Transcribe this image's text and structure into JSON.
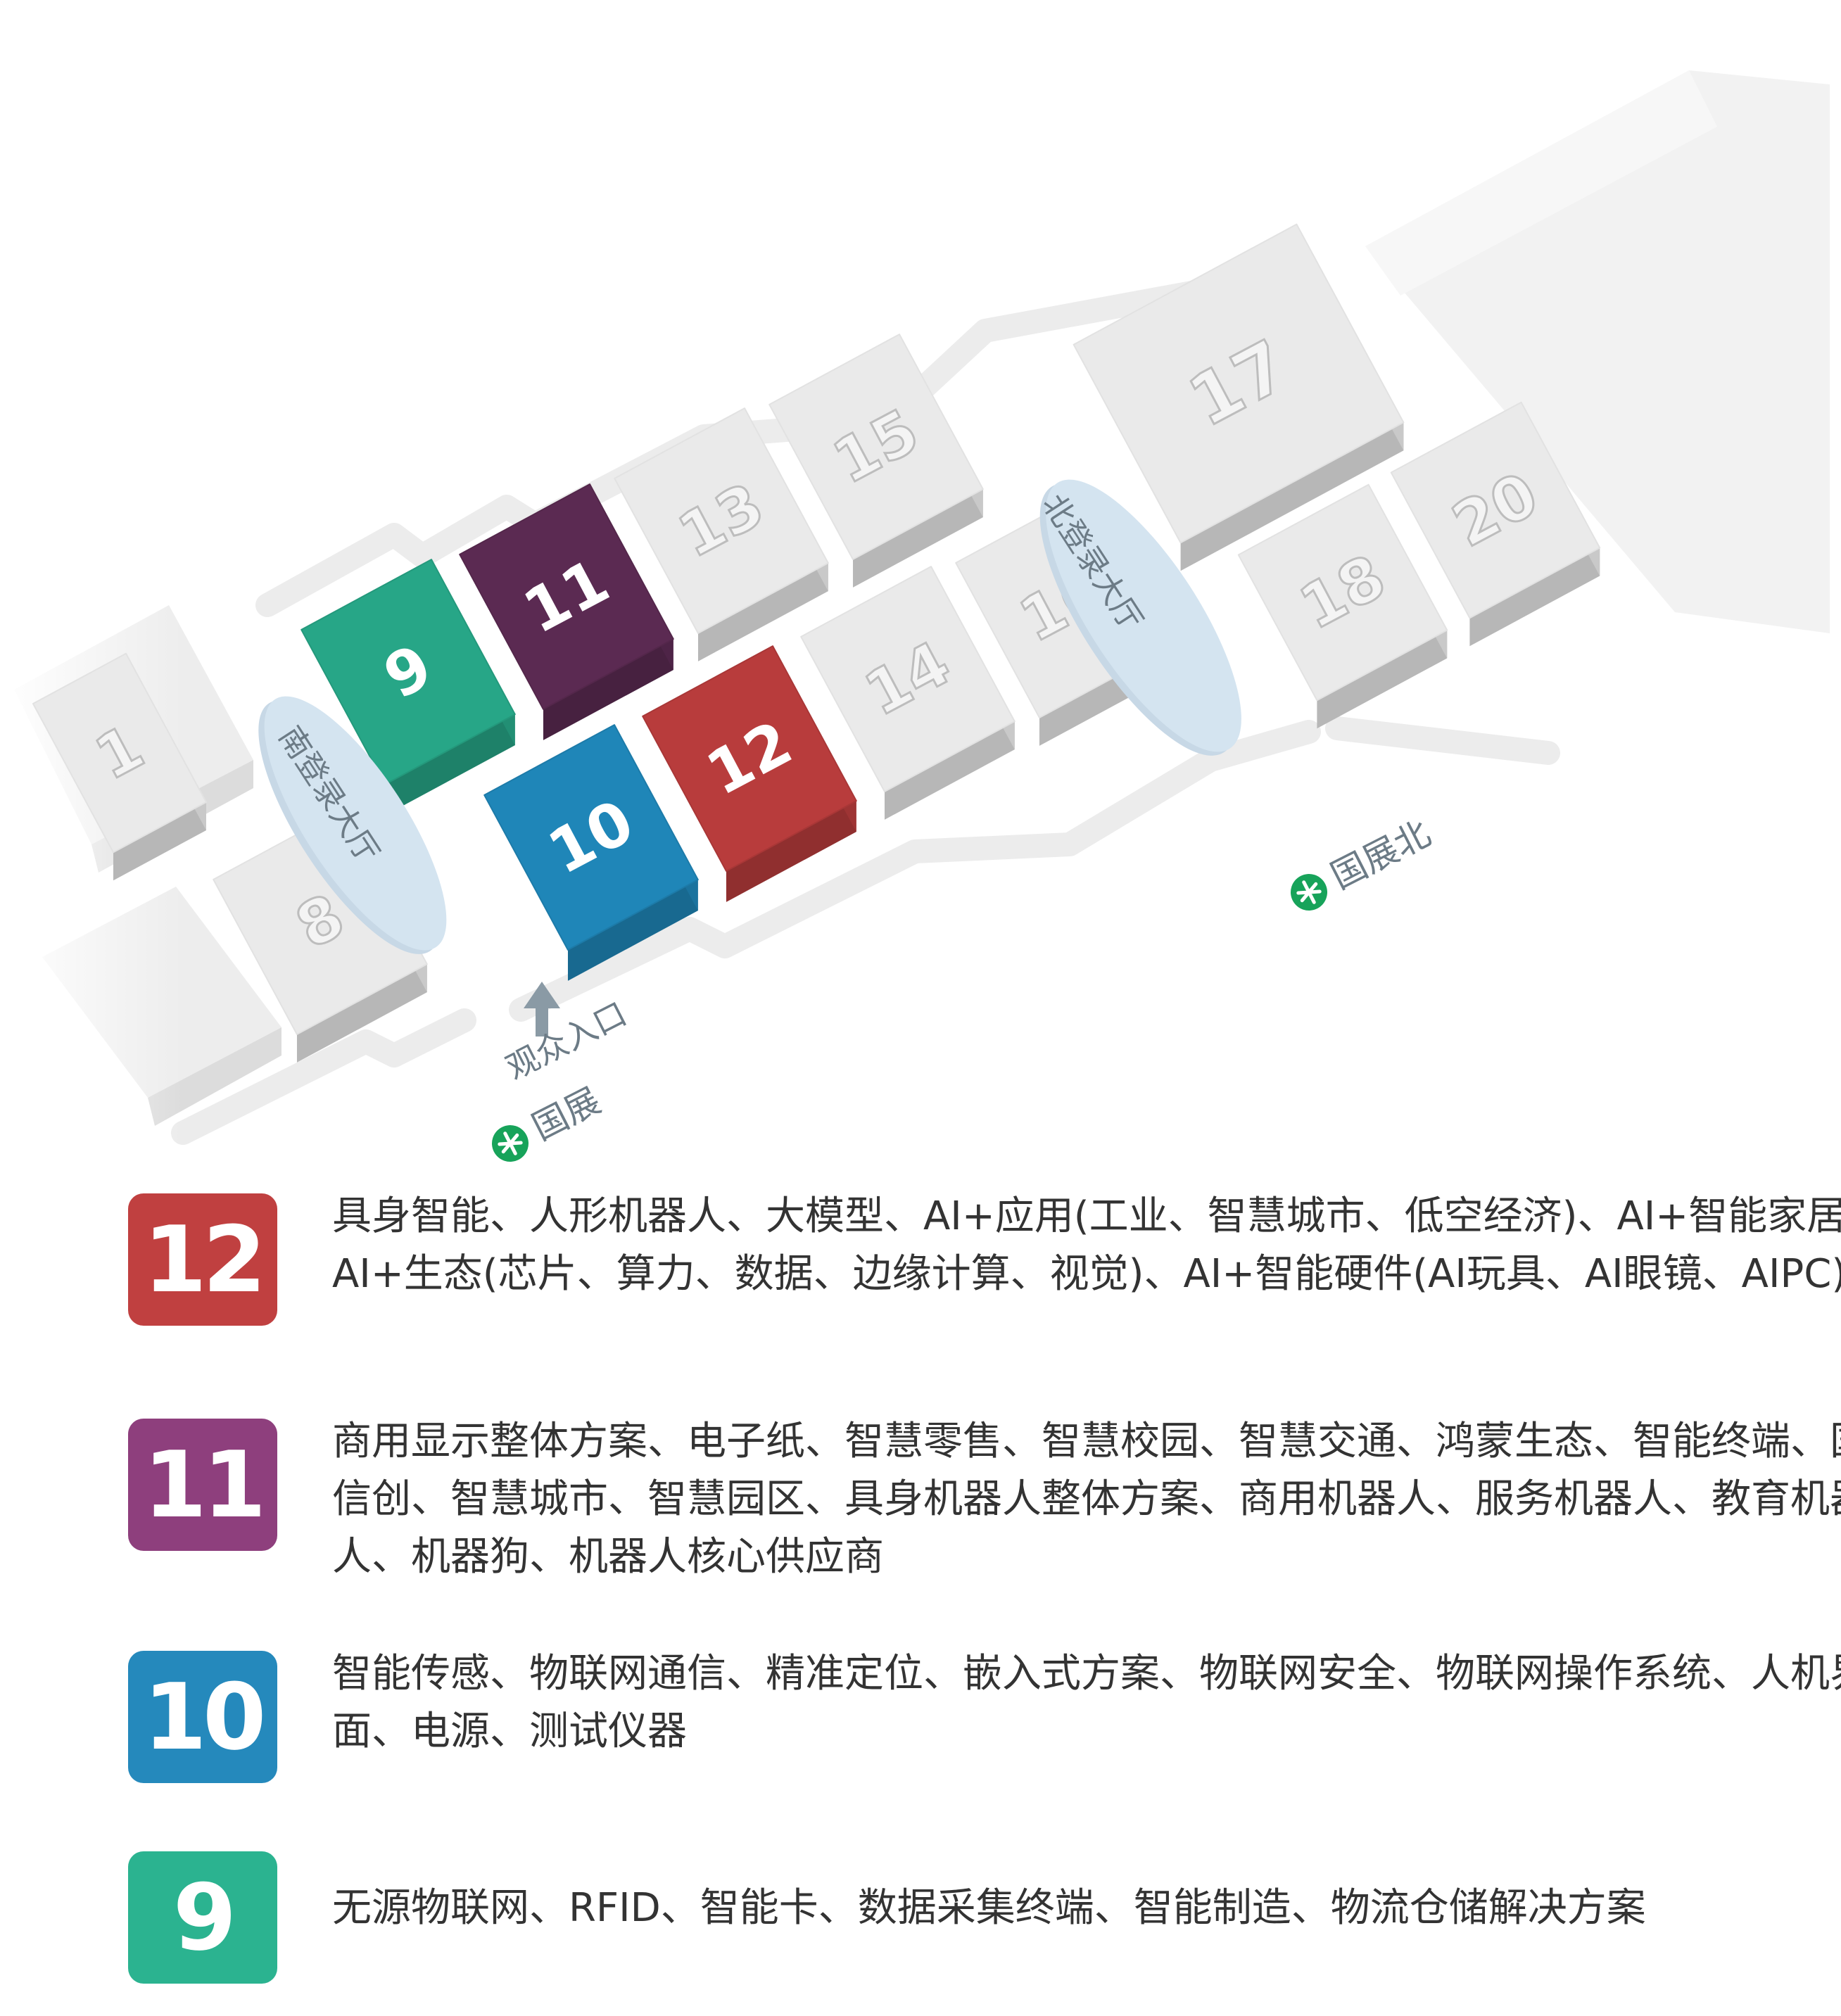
{
  "map": {
    "halls": [
      {
        "id": "1",
        "label": "1",
        "color": "#eaeaea",
        "active": false
      },
      {
        "id": "8",
        "label": "8",
        "color": "#eaeaea",
        "active": false
      },
      {
        "id": "9",
        "label": "9",
        "color": "#27a687",
        "active": true
      },
      {
        "id": "10",
        "label": "10",
        "color": "#1f86b8",
        "active": true
      },
      {
        "id": "11",
        "label": "11",
        "color": "#5b2a52",
        "active": true
      },
      {
        "id": "12",
        "label": "12",
        "color": "#b83c3c",
        "active": true
      },
      {
        "id": "13",
        "label": "13",
        "color": "#eaeaea",
        "active": false
      },
      {
        "id": "14",
        "label": "14",
        "color": "#eaeaea",
        "active": false
      },
      {
        "id": "15",
        "label": "15",
        "color": "#eaeaea",
        "active": false
      },
      {
        "id": "16",
        "label": "16",
        "color": "#eaeaea",
        "active": false
      },
      {
        "id": "17",
        "label": "17",
        "color": "#eaeaea",
        "active": false
      },
      {
        "id": "18",
        "label": "18",
        "color": "#eaeaea",
        "active": false
      },
      {
        "id": "20",
        "label": "20",
        "color": "#eaeaea",
        "active": false
      }
    ],
    "lobbies": {
      "south": "南登录大厅",
      "north": "北登录大厅"
    },
    "entrance_label": "观众入口",
    "metro_stations": {
      "guozhan": "国展",
      "guozhan_north": "国展北"
    },
    "metro_icon": "metro-logo-icon",
    "metro_color": "#17a35a",
    "lobby_color": "#d4e4f0"
  },
  "legend": [
    {
      "hall": "12",
      "color": "#c04040",
      "text": "具身智能、人形机器人、大模型、AI+应用(工业、智慧城市、低空经济)、AI+智能家居、AI+生态(芯片、算力、数据、边缘计算、视觉)、AI+智能硬件(AI玩具、AI眼镜、AIPC)"
    },
    {
      "hall": "11",
      "color": "#8e3f7d",
      "text": "商用显示整体方案、电子纸、智慧零售、智慧校园、智慧交通、鸿蒙生态、智能终端、国产信创、智慧城市、智慧园区、具身机器人整体方案、商用机器人、服务机器人、教育机器人、机器狗、机器人核心供应商"
    },
    {
      "hall": "10",
      "color": "#2589bc",
      "text": "智能传感、物联网通信、精准定位、嵌入式方案、物联网安全、物联网操作系统、人机界面、电源、测试仪器"
    },
    {
      "hall": "9",
      "color": "#2bb390",
      "text": "无源物联网、RFID、智能卡、数据采集终端、智能制造、物流仓储解决方案"
    }
  ]
}
